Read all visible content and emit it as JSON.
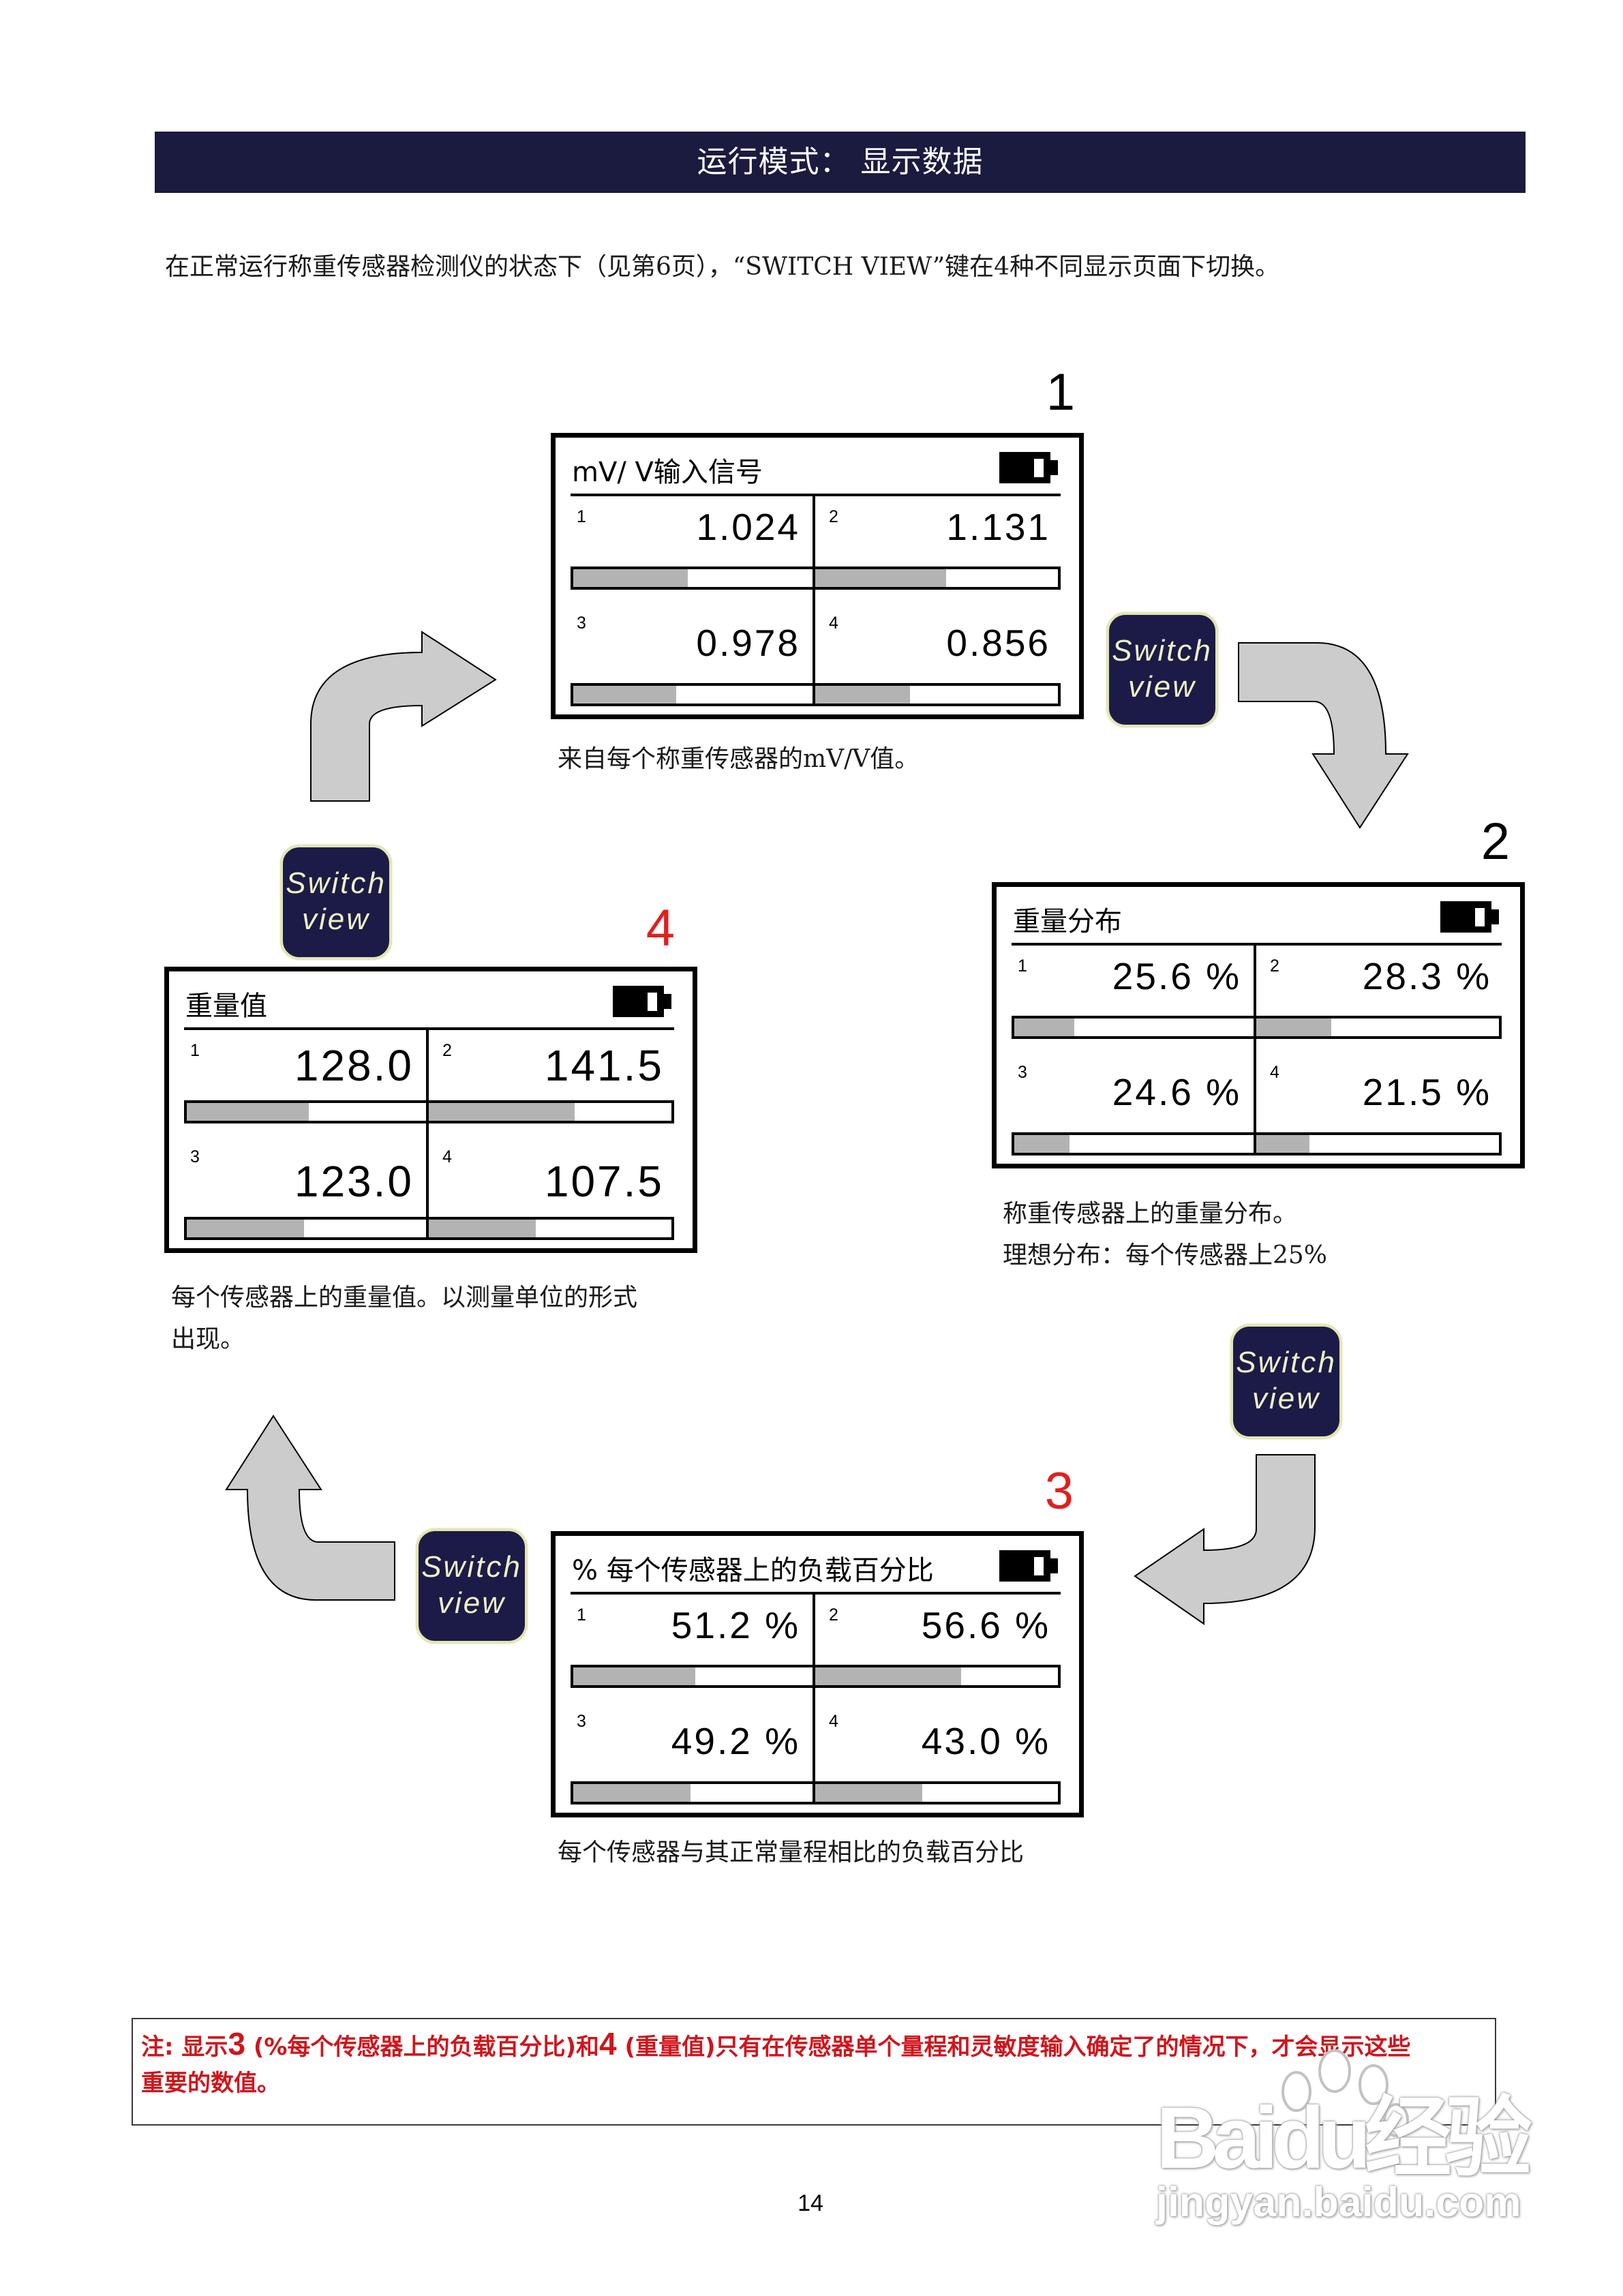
{
  "colors": {
    "header_bg": "#1b1a3f",
    "switch_bg": "#1c1b47",
    "switch_border": "#e3e6b3",
    "switch_text": "#eef0c6",
    "step_red": "#e0201e",
    "note_red": "#d0151b",
    "bar_fill": "#b3b3b3",
    "arrow_fill": "#cccccc"
  },
  "header": {
    "title": "运行模式： 显示数据"
  },
  "intro": {
    "text": "在正常运行称重传感器检测仪的状态下（见第6页），“SWITCH VIEW”键在4种不同显示页面下切换。"
  },
  "switch_buttons": [
    {
      "line1": "Switch",
      "line2": "view"
    },
    {
      "line1": "Switch",
      "line2": "view"
    },
    {
      "line1": "Switch",
      "line2": "view"
    },
    {
      "line1": "Switch",
      "line2": "view"
    }
  ],
  "screens": [
    {
      "step": "1",
      "step_color": "#000000",
      "title": "mV/ V输入信号",
      "battery_icon": "battery-icon",
      "caption": [
        "来自每个称重传感器的mV/V值。"
      ],
      "cells": [
        {
          "channel": "1",
          "value": "1.024",
          "bar_width": "48%"
        },
        {
          "channel": "2",
          "value": "1.131",
          "bar_width": "54%"
        },
        {
          "channel": "3",
          "value": "0.978",
          "bar_width": "43%"
        },
        {
          "channel": "4",
          "value": "0.856",
          "bar_width": "39%"
        }
      ]
    },
    {
      "step": "2",
      "step_color": "#000000",
      "title": "重量分布",
      "battery_icon": "battery-icon",
      "caption": [
        "称重传感器上的重量分布。",
        "理想分布：每个传感器上25%"
      ],
      "cells": [
        {
          "channel": "1",
          "value": "25.6 %",
          "bar_width": "25%"
        },
        {
          "channel": "2",
          "value": "28.3 %",
          "bar_width": "31%"
        },
        {
          "channel": "3",
          "value": "24.6 %",
          "bar_width": "23%"
        },
        {
          "channel": "4",
          "value": "21.5 %",
          "bar_width": "22%"
        }
      ]
    },
    {
      "step": "3",
      "step_color": "#e0201e",
      "title": "% 每个传感器上的负载百分比",
      "battery_icon": "battery-icon",
      "caption": [
        "每个传感器与其正常量程相比的负载百分比"
      ],
      "cells": [
        {
          "channel": "1",
          "value": "51.2 %",
          "bar_width": "51%"
        },
        {
          "channel": "2",
          "value": "56.6 %",
          "bar_width": "60%"
        },
        {
          "channel": "3",
          "value": "49.2 %",
          "bar_width": "49%"
        },
        {
          "channel": "4",
          "value": "43.0 %",
          "bar_width": "44%"
        }
      ]
    },
    {
      "step": "4",
      "step_color": "#e0201e",
      "title": "重量值",
      "battery_icon": "battery-icon",
      "caption": [
        "每个传感器上的重量值。以测量单位的形式",
        "出现。"
      ],
      "cells": [
        {
          "channel": "1",
          "value": "128.0",
          "bar_width": "51%"
        },
        {
          "channel": "2",
          "value": "141.5",
          "bar_width": "60%"
        },
        {
          "channel": "3",
          "value": "123.0",
          "bar_width": "49%"
        },
        {
          "channel": "4",
          "value": "107.5",
          "bar_width": "44%"
        }
      ]
    }
  ],
  "note": {
    "prefix": "注: 显示",
    "ref_a": "3",
    "text_a": " (%每个传感器上的负载百分比)和",
    "ref_b": "4",
    "text_b": " (重量值)只有在传感器单个量程和灵敏度输入确定了的情况下，才会显示这些",
    "line2": "重要的数值。"
  },
  "page_number": "14",
  "watermark": {
    "logo": "Baidu经验",
    "url": "jingyan.baidu.com"
  }
}
